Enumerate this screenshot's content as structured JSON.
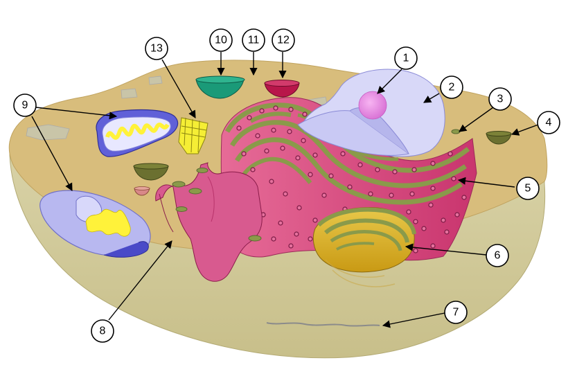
{
  "figure": {
    "type": "animal-cell-diagram",
    "colors": {
      "cytoplasm": "#d8bd7c",
      "cell_wall_side": "#d6cfa3",
      "rough_er": "#d6487e",
      "ribosome_dots": "#8a1c4a",
      "er_membrane": "#8a9a4a",
      "nucleus": "#c9c9f4",
      "nucleolus": "#e98ce6",
      "golgi": "#d9b21e",
      "mitochondria_outer": "#5a5ad6",
      "mitochondria_inner": "#fff23a",
      "vesicle_green": "#5a6a32",
      "lysosome": "#b8164a",
      "vacuole": "#1a9a78",
      "centriole": "#f5ee35"
    }
  },
  "callouts": [
    {
      "id": "c1",
      "label": "1"
    },
    {
      "id": "c2",
      "label": "2"
    },
    {
      "id": "c3",
      "label": "3"
    },
    {
      "id": "c4",
      "label": "4"
    },
    {
      "id": "c5",
      "label": "5"
    },
    {
      "id": "c6",
      "label": "6"
    },
    {
      "id": "c7",
      "label": "7"
    },
    {
      "id": "c8",
      "label": "8"
    },
    {
      "id": "c9",
      "label": "9"
    },
    {
      "id": "c10",
      "label": "10"
    },
    {
      "id": "c11",
      "label": "11"
    },
    {
      "id": "c12",
      "label": "12"
    },
    {
      "id": "c13",
      "label": "13"
    }
  ]
}
